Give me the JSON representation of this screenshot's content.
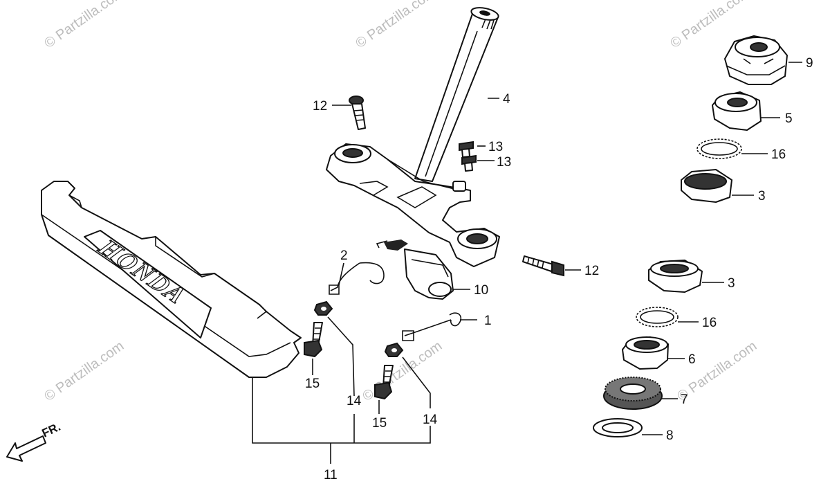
{
  "watermark": "© Partzilla.com",
  "brand_text": "HONDA",
  "direction_label": "FR.",
  "callouts": {
    "c1": "1",
    "c2": "2",
    "c3a": "3",
    "c3b": "3",
    "c4": "4",
    "c5": "5",
    "c6": "6",
    "c7": "7",
    "c8": "8",
    "c9": "9",
    "c10": "10",
    "c11": "11",
    "c12a": "12",
    "c12b": "12",
    "c13a": "13",
    "c13b": "13",
    "c14a": "14",
    "c14b": "14",
    "c15a": "15",
    "c15b": "15",
    "c16a": "16",
    "c16b": "16"
  }
}
